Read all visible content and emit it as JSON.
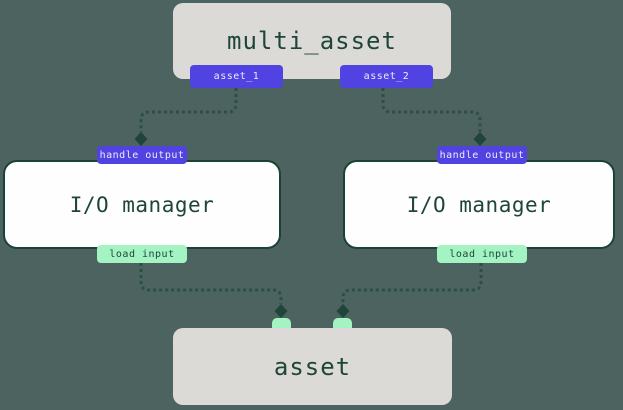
{
  "diagram": {
    "title_node": {
      "label": "multi_asset",
      "outputs": [
        {
          "label": "asset_1"
        },
        {
          "label": "asset_2"
        }
      ]
    },
    "io_managers": [
      {
        "label": "I/O manager",
        "top_badge": "handle output",
        "bottom_badge": "load input"
      },
      {
        "label": "I/O manager",
        "top_badge": "handle output",
        "bottom_badge": "load input"
      }
    ],
    "asset_node": {
      "label": "asset"
    },
    "colors": {
      "background": "#4C6360",
      "gray_node_fill": "#DBDAD7",
      "white_node_fill": "#FEFEFE",
      "node_border": "#1B4238",
      "purple_badge": "#5143E1",
      "mint_badge": "#A3F4C2",
      "dark_green_text": "#1F453B",
      "edge_line": "#2B4F45"
    }
  }
}
